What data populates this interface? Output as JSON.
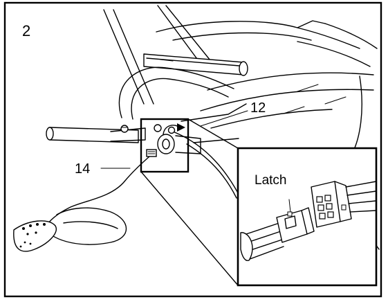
{
  "step": {
    "number": "2"
  },
  "callouts": {
    "part_12": "12",
    "part_14": "14"
  },
  "detail": {
    "latch_label": "Latch"
  }
}
